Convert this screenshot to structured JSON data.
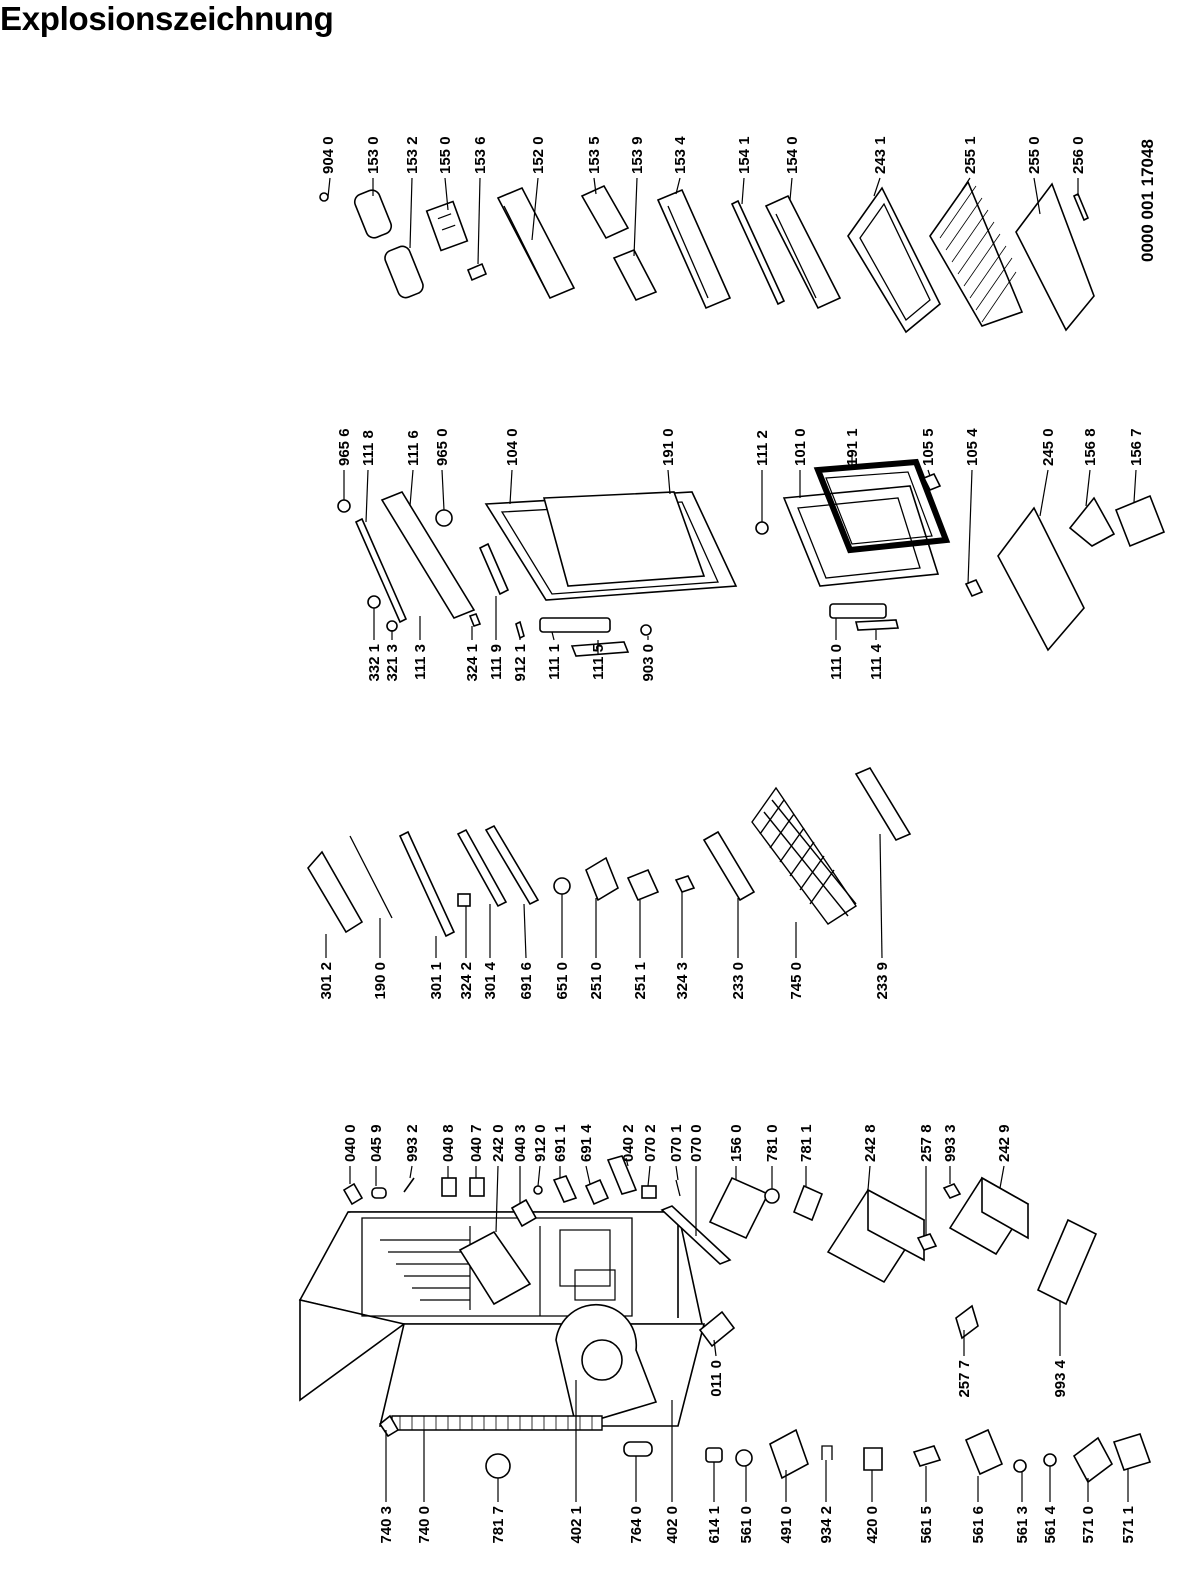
{
  "title": "Explosionszeichnung",
  "document_number": "0000 001 17048",
  "groups": {
    "cabinet": {
      "labels_top": [
        "040 0",
        "045 9",
        "993 2",
        "040 8",
        "040 7",
        "242 0",
        "040 3",
        "912 0",
        "691 1",
        "691 4",
        "040 2",
        "070 2",
        "070 1",
        "070 0",
        "156 0",
        "781 0",
        "781 1",
        "242 8",
        "257 8",
        "993 3",
        "242 9"
      ],
      "labels_inner": [
        "011 0",
        "257 7",
        "993 4"
      ],
      "labels_bottom": [
        "740 3",
        "740 0",
        "781 7",
        "402 1",
        "764 0",
        "402 0",
        "614 1",
        "561 0",
        "491 0",
        "934 2",
        "420 0",
        "561 5",
        "561 6",
        "561 3",
        "561 4",
        "571 0",
        "571 1"
      ]
    },
    "evaporator": {
      "labels": [
        "301 2",
        "190 0",
        "301 1",
        "324 2",
        "301 4",
        "691 6",
        "651 0",
        "251 0",
        "251 1",
        "324 3",
        "233 0",
        "745 0",
        "233 9"
      ]
    },
    "doors": {
      "labels_top": [
        "965 6",
        "111 8",
        "111 6",
        "965 0",
        "104 0",
        "191 0",
        "111 2",
        "101 0",
        "191 1",
        "105 5",
        "105 4",
        "245 0",
        "156 8",
        "156 7"
      ],
      "labels_bottom": [
        "332 1",
        "321 3",
        "111 3",
        "324 1",
        "111 9",
        "912 1",
        "111 1",
        "111 5",
        "903 0",
        "111 0",
        "111 4"
      ]
    },
    "shelves": {
      "labels": [
        "904 0",
        "153 0",
        "153 2",
        "155 0",
        "153 6",
        "152 0",
        "153 5",
        "153 9",
        "153 4",
        "154 1",
        "154 0",
        "243 1",
        "255 1",
        "255 0",
        "256 0"
      ]
    }
  }
}
